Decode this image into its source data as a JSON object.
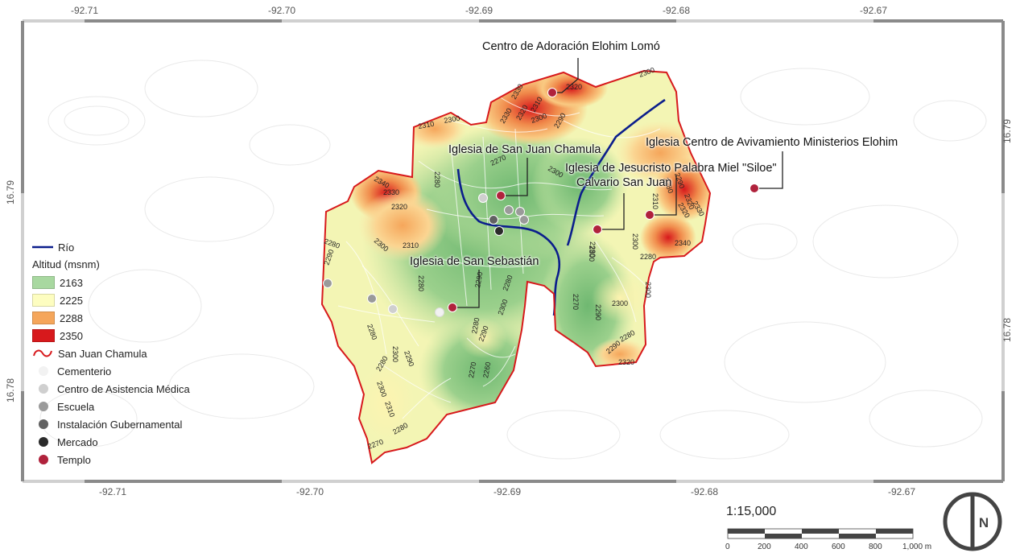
{
  "map": {
    "lon_ticks": [
      "-92.71",
      "-92.70",
      "-92.69",
      "-92.68",
      "-92.67"
    ],
    "lat_ticks": [
      "16.79",
      "16.78"
    ],
    "lon_labels_bottom": [
      "-92.71",
      "-92.70",
      "-92.69",
      "-92.68",
      "-92.67"
    ]
  },
  "places": {
    "centro_adoracion": "Centro de Adoración Elohim Lomó",
    "san_juan": "Iglesia de San Juan Chamula",
    "avivamiento": "Iglesia Centro de Avivamiento Ministerios Elohim",
    "jesucristo": "Iglesia de Jesucristo Palabra Miel \"Siloe\"",
    "calvario": "Calvario San Juan",
    "san_sebastian": "Iglesia de San Sebastián"
  },
  "contours": [
    "2300",
    "2320",
    "2330",
    "2310",
    "2320",
    "2330",
    "2300",
    "2290",
    "2310",
    "2300",
    "2270",
    "2280",
    "2300",
    "2340",
    "2330",
    "2320",
    "2280",
    "2300",
    "2310",
    "2290",
    "2280",
    "2290",
    "2280",
    "2300",
    "2280",
    "2290",
    "2300",
    "2300",
    "2280",
    "2300",
    "2310",
    "2320",
    "2280",
    "2290",
    "2300",
    "2320",
    "2290",
    "2340",
    "2280",
    "2260",
    "2270",
    "2290",
    "2300",
    "2270",
    "2280",
    "2280",
    "2300",
    "2310",
    "2270",
    "2280",
    "2290",
    "2280",
    "2330",
    "2320"
  ],
  "legend": {
    "river": "Río",
    "altitude_title": "Altitud (msnm)",
    "altitude_classes": [
      {
        "label": "2163",
        "color": "#a8d8a0"
      },
      {
        "label": "2225",
        "color": "#fdfdc0"
      },
      {
        "label": "2288",
        "color": "#f5a65b"
      },
      {
        "label": "2350",
        "color": "#d7191c"
      }
    ],
    "boundary": "San Juan Chamula",
    "points": [
      {
        "label": "Cementerio",
        "color": "#f2f2f2"
      },
      {
        "label": "Centro de Asistencia Médica",
        "color": "#cfcfcf"
      },
      {
        "label": "Escuela",
        "color": "#9a9a9a"
      },
      {
        "label": "Instalación Gubernamental",
        "color": "#616161"
      },
      {
        "label": "Mercado",
        "color": "#2b2b2b"
      },
      {
        "label": "Templo",
        "color": "#b0223c"
      }
    ]
  },
  "scale": {
    "ratio": "1:15,000",
    "ticks": [
      "0",
      "200",
      "400",
      "600",
      "800",
      "1,000 m"
    ]
  },
  "north": {
    "letter": "N"
  },
  "colors": {
    "river": "#0b1e8c",
    "boundary": "#d7191c",
    "frame": "#8a8a8a"
  }
}
